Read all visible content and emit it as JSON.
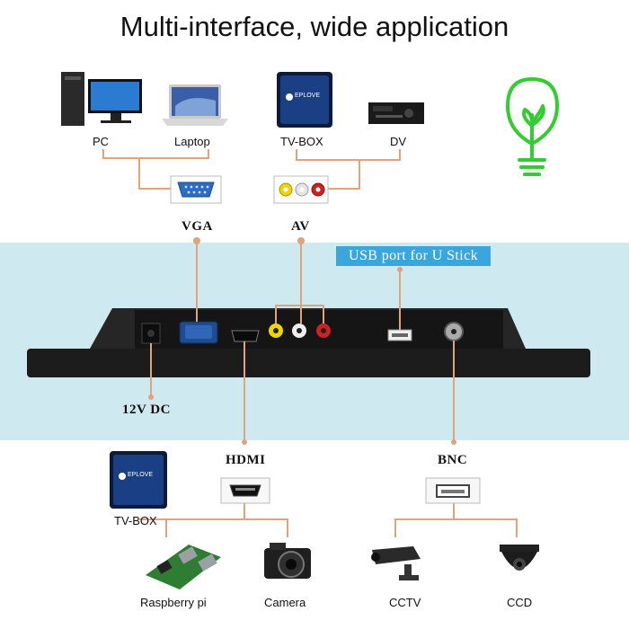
{
  "title": "Multi-interface, wide application",
  "inputs_top": {
    "left_group": [
      {
        "label": "PC",
        "icon": "desktop-pc-icon"
      },
      {
        "label": "Laptop",
        "icon": "laptop-icon"
      }
    ],
    "right_group": [
      {
        "label": "TV-BOX",
        "icon": "tv-box-icon"
      },
      {
        "label": "DV",
        "icon": "dvd-player-icon"
      }
    ]
  },
  "ports": {
    "vga": "VGA",
    "av": "AV",
    "usb": "USB port for U Stick",
    "dc": "12V DC",
    "hdmi": "HDMI",
    "bnc": "BNC"
  },
  "devices_bottom": {
    "hdmi_group": [
      {
        "label": "TV-BOX",
        "icon": "tv-box-icon"
      },
      {
        "label": "Raspberry pi",
        "icon": "raspberry-pi-board-icon"
      },
      {
        "label": "Camera",
        "icon": "camera-icon"
      }
    ],
    "bnc_group": [
      {
        "label": "CCTV",
        "icon": "cctv-camera-icon"
      },
      {
        "label": "CCD",
        "icon": "dome-camera-icon"
      }
    ]
  },
  "tvbox_brand": "EPLOVE",
  "colors": {
    "connector_line": "#e0a37a",
    "monitor_body": "#1c1c1c",
    "band": "#cfe9f1",
    "usb_tag": "#3aa6dc",
    "bulb": "#33cc33"
  },
  "decorations": [
    "lightbulb-icon"
  ]
}
